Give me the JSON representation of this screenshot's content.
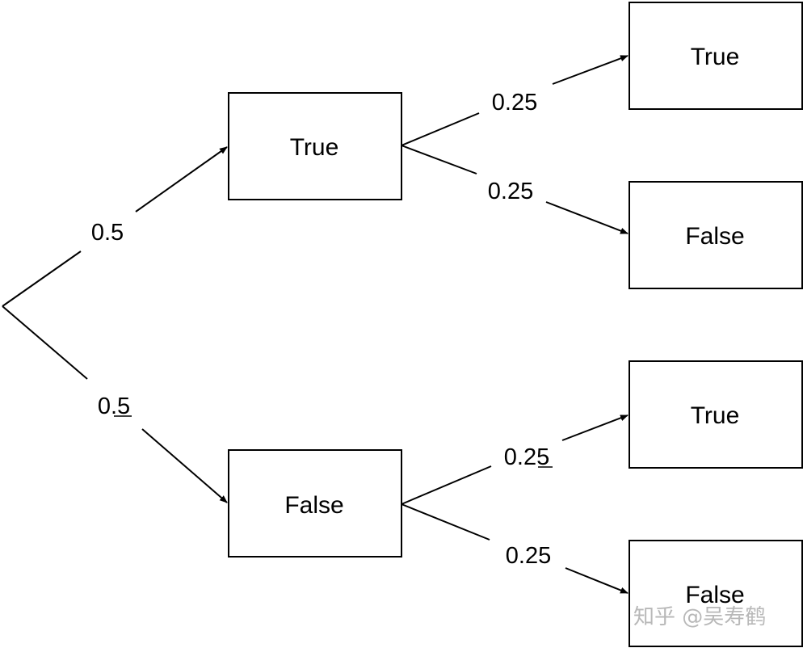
{
  "diagram": {
    "nodes": {
      "level1_true": "True",
      "level1_false": "False",
      "leaf_true_true": "True",
      "leaf_true_false": "False",
      "leaf_false_true": "True",
      "leaf_false_false": "False"
    },
    "edges": {
      "root_to_true": "0.5",
      "root_to_false": "0.5",
      "true_to_true": "0.25",
      "true_to_false": "0.25",
      "false_to_true": "0.25",
      "false_to_false": "0.25"
    }
  },
  "watermark": "知乎 @吴寿鹤",
  "colors": {
    "stroke": "#000000",
    "background": "#ffffff",
    "watermark": "#b8b8b8"
  }
}
